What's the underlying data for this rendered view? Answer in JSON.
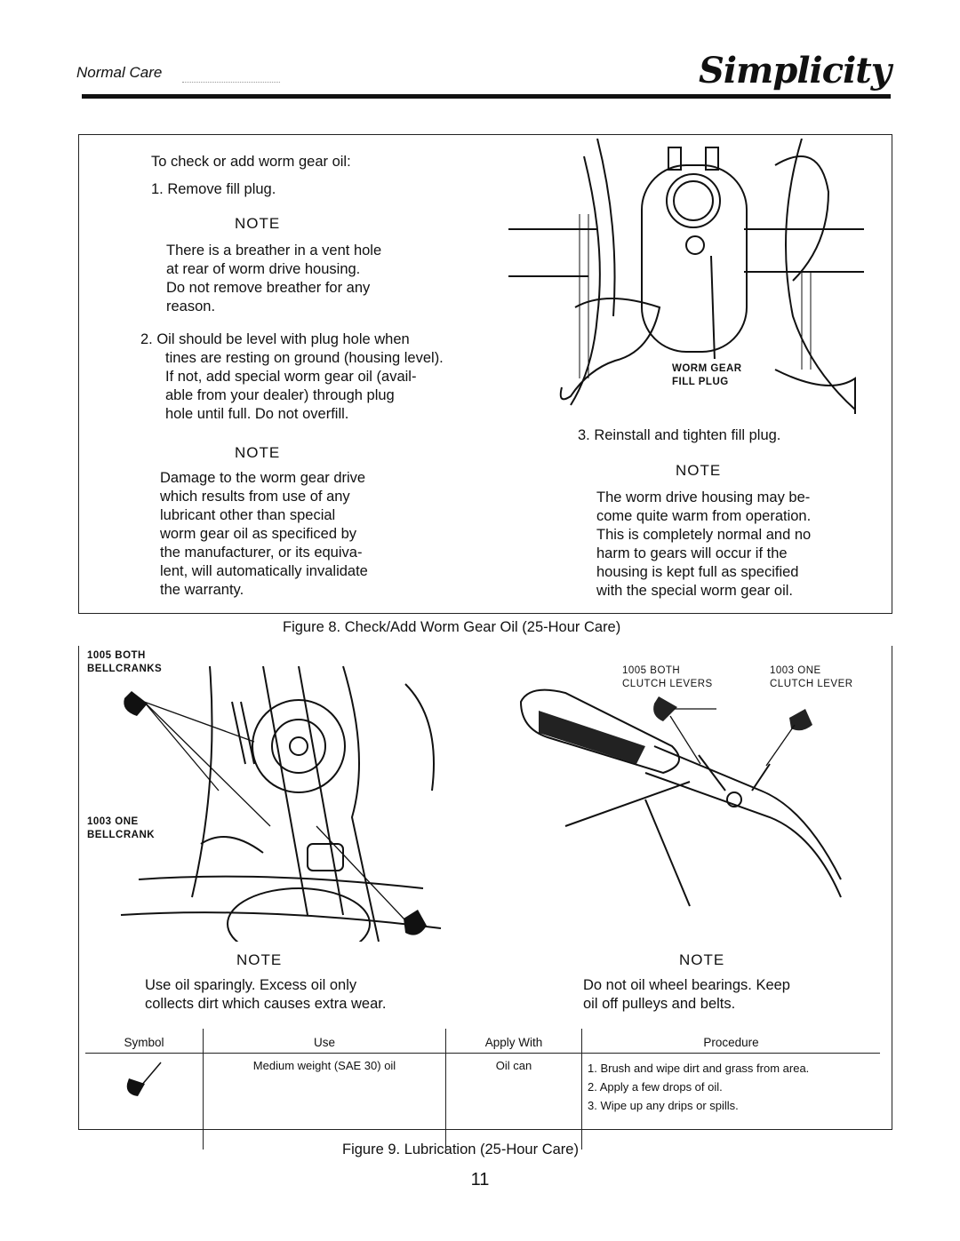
{
  "header": {
    "section": "Normal  Care",
    "brand": "Simplicity"
  },
  "figure8": {
    "intro": "To check or add worm gear oil:",
    "step1": "1.  Remove fill plug.",
    "note1_heading": "NOTE",
    "note1_lines": [
      "There is a breather in a vent hole",
      "at rear of worm drive housing.",
      "Do not remove breather for any",
      "reason."
    ],
    "step2_lines": [
      "2.  Oil should be level with plug hole when",
      "tines are resting on ground (housing level).",
      "If not, add special worm gear oil (avail-",
      "able from your dealer) through plug",
      "hole until full.  Do not overfill."
    ],
    "note2_heading": "NOTE",
    "note2_lines": [
      "Damage to the worm gear drive",
      "which results from use of any",
      "lubricant other than special",
      "worm gear oil as specificed by",
      "the manufacturer, or its equiva-",
      "lent, will automatically invalidate",
      "the warranty."
    ],
    "callout_line1": "WORM GEAR",
    "callout_line2": "FILL PLUG",
    "step3": "3.  Reinstall and tighten fill plug.",
    "note3_heading": "NOTE",
    "note3_lines": [
      "The worm drive housing may be-",
      "come quite warm from operation.",
      "This is completely normal and no",
      "harm to gears will occur if the",
      "housing is kept full as specified",
      "with the special worm gear oil."
    ],
    "caption": "Figure 8.  Check/Add Worm Gear Oil (25-Hour Care)"
  },
  "figure9": {
    "left_callouts": {
      "top_line1": "1005 BOTH",
      "top_line2": "BELLCRANKS",
      "bottom_line1": "1003 ONE",
      "bottom_line2": "BELLCRANK"
    },
    "right_callouts": {
      "a_line1": "1005 BOTH",
      "a_line2": "CLUTCH LEVERS",
      "b_line1": "1003 ONE",
      "b_line2": "CLUTCH LEVER"
    },
    "note_left_heading": "NOTE",
    "note_left_lines": [
      "Use oil sparingly.  Excess oil only",
      "collects dirt which causes extra wear."
    ],
    "note_right_heading": "NOTE",
    "note_right_lines": [
      "Do not oil wheel bearings.  Keep",
      "oil off pulleys and belts."
    ],
    "table": {
      "headers": [
        "Symbol",
        "Use",
        "Apply With",
        "Procedure"
      ],
      "use": "Medium weight (SAE 30) oil",
      "apply_with": "Oil can",
      "procedure": [
        "1.  Brush and wipe dirt and grass from area.",
        "2.  Apply a few drops of oil.",
        "3.  Wipe up any drips or spills."
      ]
    },
    "caption": "Figure 9.  Lubrication (25-Hour Care)"
  },
  "page_number": "11"
}
